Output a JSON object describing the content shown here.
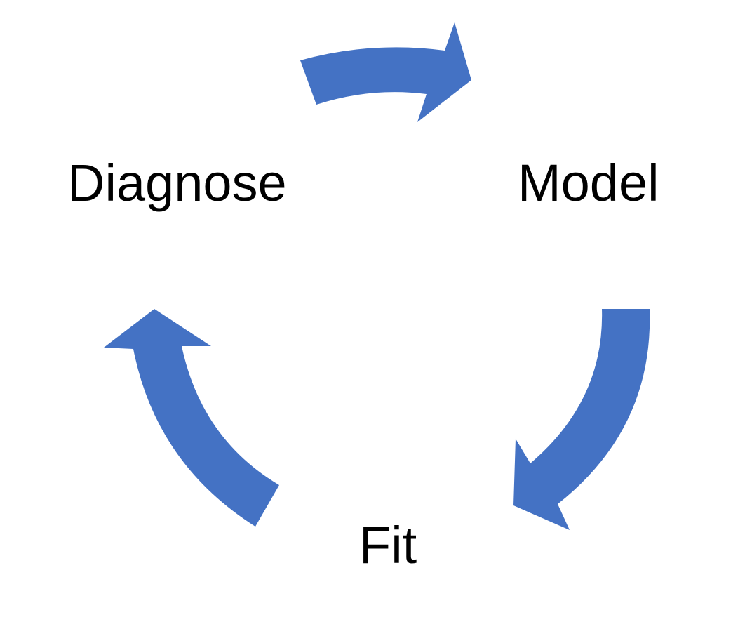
{
  "cycle": {
    "nodes": [
      {
        "id": "diagnose",
        "label": "Diagnose"
      },
      {
        "id": "model",
        "label": "Model"
      },
      {
        "id": "fit",
        "label": "Fit"
      }
    ],
    "edges": [
      {
        "from": "diagnose",
        "to": "model"
      },
      {
        "from": "model",
        "to": "fit"
      },
      {
        "from": "fit",
        "to": "diagnose"
      }
    ],
    "arrow_color": "#4472C4",
    "text_color": "#000000"
  }
}
